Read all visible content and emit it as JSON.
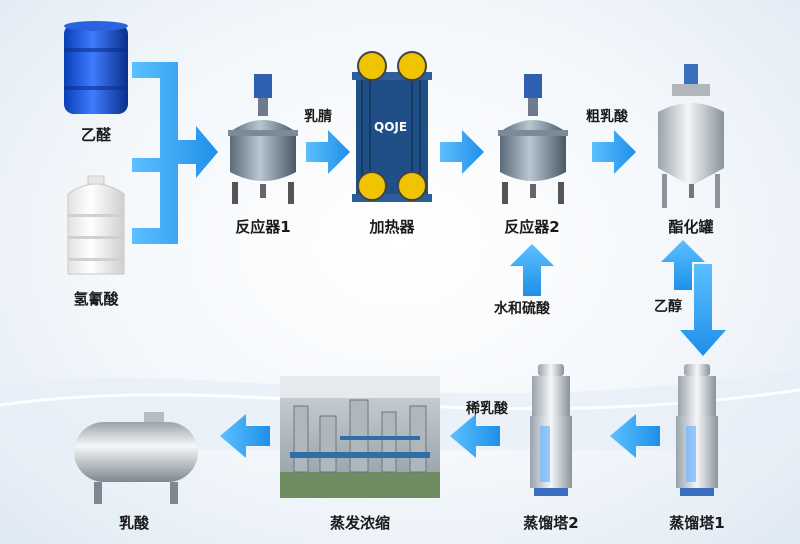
{
  "nodes": {
    "acetaldehyde": "乙醛",
    "hcn": "氢氰酸",
    "reactor1": "反应器1",
    "heater": "加热器",
    "reactor2": "反应器2",
    "esterify": "酯化罐",
    "still1": "蒸馏塔1",
    "still2": "蒸馏塔2",
    "evaporator": "蒸发浓缩",
    "lactic": "乳酸"
  },
  "edges": {
    "lactonitrile": "乳腈",
    "crude": "粗乳酸",
    "water_acid": "水和硫酸",
    "ethanol": "乙醇",
    "dilute": "稀乳酸"
  },
  "heater_brand": "QOJE",
  "colors": {
    "arrow": "#2a9df4",
    "text": "#1a1a1a"
  }
}
